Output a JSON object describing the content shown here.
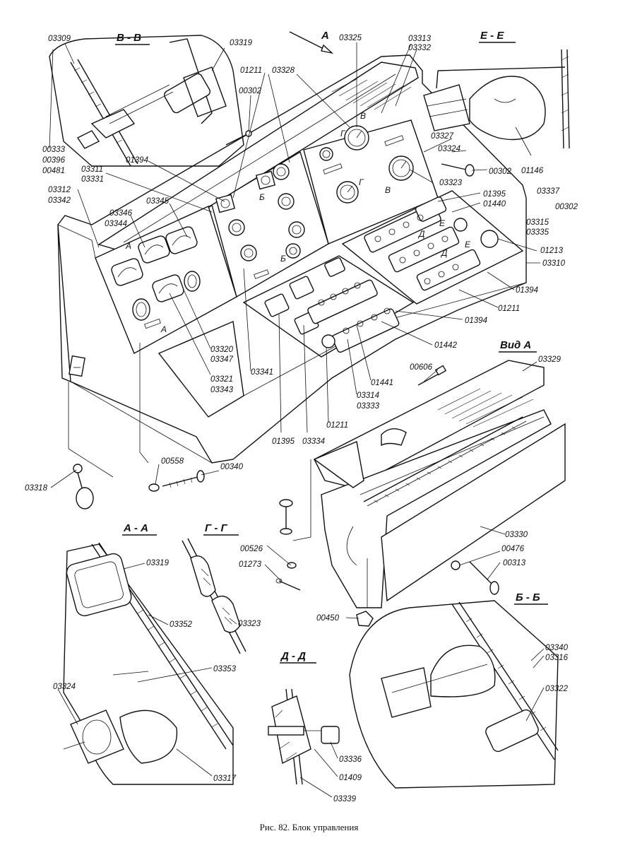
{
  "caption": "Рис. 82. Блок управления",
  "section_titles": {
    "v_v": "В - В",
    "e_e": "Е - Е",
    "a_a": "А - А",
    "g_g": "Г - Г",
    "d_d": "Д - Д",
    "b_b": "Б - Б",
    "view_a": "Вид А"
  },
  "arrow_letter_a": "А",
  "small_letters": {
    "a1": "А",
    "a2": "А",
    "b1": "Б",
    "b2": "Б",
    "v1": "В",
    "v2": "В",
    "g1": "Г",
    "g2": "Г",
    "d1": "Д",
    "d2": "Д",
    "e1": "Е",
    "e2": "Е"
  },
  "part_labels": [
    {
      "id": "l1",
      "text": "03309"
    },
    {
      "id": "l2",
      "text": "03319"
    },
    {
      "id": "l3",
      "text": "03325"
    },
    {
      "id": "l4",
      "text": "03313"
    },
    {
      "id": "l5",
      "text": "03332"
    },
    {
      "id": "l6",
      "text": "01211"
    },
    {
      "id": "l7",
      "text": "03328"
    },
    {
      "id": "l8",
      "text": "00302"
    },
    {
      "id": "l9",
      "text": "00333"
    },
    {
      "id": "l10",
      "text": "00396"
    },
    {
      "id": "l11",
      "text": "00481"
    },
    {
      "id": "l12",
      "text": "03311"
    },
    {
      "id": "l13",
      "text": "03331"
    },
    {
      "id": "l14",
      "text": "01394"
    },
    {
      "id": "l15",
      "text": "03312"
    },
    {
      "id": "l16",
      "text": "03342"
    },
    {
      "id": "l17",
      "text": "03346"
    },
    {
      "id": "l18",
      "text": "03344"
    },
    {
      "id": "l19",
      "text": "03345"
    },
    {
      "id": "l20",
      "text": "03327"
    },
    {
      "id": "l21",
      "text": "03324"
    },
    {
      "id": "l22",
      "text": "00302"
    },
    {
      "id": "l23",
      "text": "01146"
    },
    {
      "id": "l24",
      "text": "03337"
    },
    {
      "id": "l25",
      "text": "00302"
    },
    {
      "id": "l26",
      "text": "03323"
    },
    {
      "id": "l27",
      "text": "01395"
    },
    {
      "id": "l28",
      "text": "01440"
    },
    {
      "id": "l29",
      "text": "03315"
    },
    {
      "id": "l30",
      "text": "03335"
    },
    {
      "id": "l31",
      "text": "01213"
    },
    {
      "id": "l32",
      "text": "03310"
    },
    {
      "id": "l33",
      "text": "01394"
    },
    {
      "id": "l34",
      "text": "01211"
    },
    {
      "id": "l35",
      "text": "01394"
    },
    {
      "id": "l36",
      "text": "01442"
    },
    {
      "id": "l37",
      "text": "03320"
    },
    {
      "id": "l38",
      "text": "03347"
    },
    {
      "id": "l39",
      "text": "03341"
    },
    {
      "id": "l40",
      "text": "03321"
    },
    {
      "id": "l41",
      "text": "03343"
    },
    {
      "id": "l42",
      "text": "00606"
    },
    {
      "id": "l43",
      "text": "03329"
    },
    {
      "id": "l44",
      "text": "01441"
    },
    {
      "id": "l45",
      "text": "03314"
    },
    {
      "id": "l46",
      "text": "03333"
    },
    {
      "id": "l47",
      "text": "01211"
    },
    {
      "id": "l48",
      "text": "01395"
    },
    {
      "id": "l49",
      "text": "03334"
    },
    {
      "id": "l50",
      "text": "00558"
    },
    {
      "id": "l51",
      "text": "00340"
    },
    {
      "id": "l52",
      "text": "03318"
    },
    {
      "id": "l53",
      "text": "03330"
    },
    {
      "id": "l54",
      "text": "00476"
    },
    {
      "id": "l55",
      "text": "00313"
    },
    {
      "id": "l56",
      "text": "00526"
    },
    {
      "id": "l57",
      "text": "01273"
    },
    {
      "id": "l58",
      "text": "03319"
    },
    {
      "id": "l59",
      "text": "03352"
    },
    {
      "id": "l60",
      "text": "03323"
    },
    {
      "id": "l61",
      "text": "00450"
    },
    {
      "id": "l62",
      "text": "03353"
    },
    {
      "id": "l63",
      "text": "03324"
    },
    {
      "id": "l64",
      "text": "03340"
    },
    {
      "id": "l65",
      "text": "03316"
    },
    {
      "id": "l66",
      "text": "03322"
    },
    {
      "id": "l67",
      "text": "03336"
    },
    {
      "id": "l68",
      "text": "01409"
    },
    {
      "id": "l69",
      "text": "03317"
    },
    {
      "id": "l70",
      "text": "03339"
    }
  ]
}
